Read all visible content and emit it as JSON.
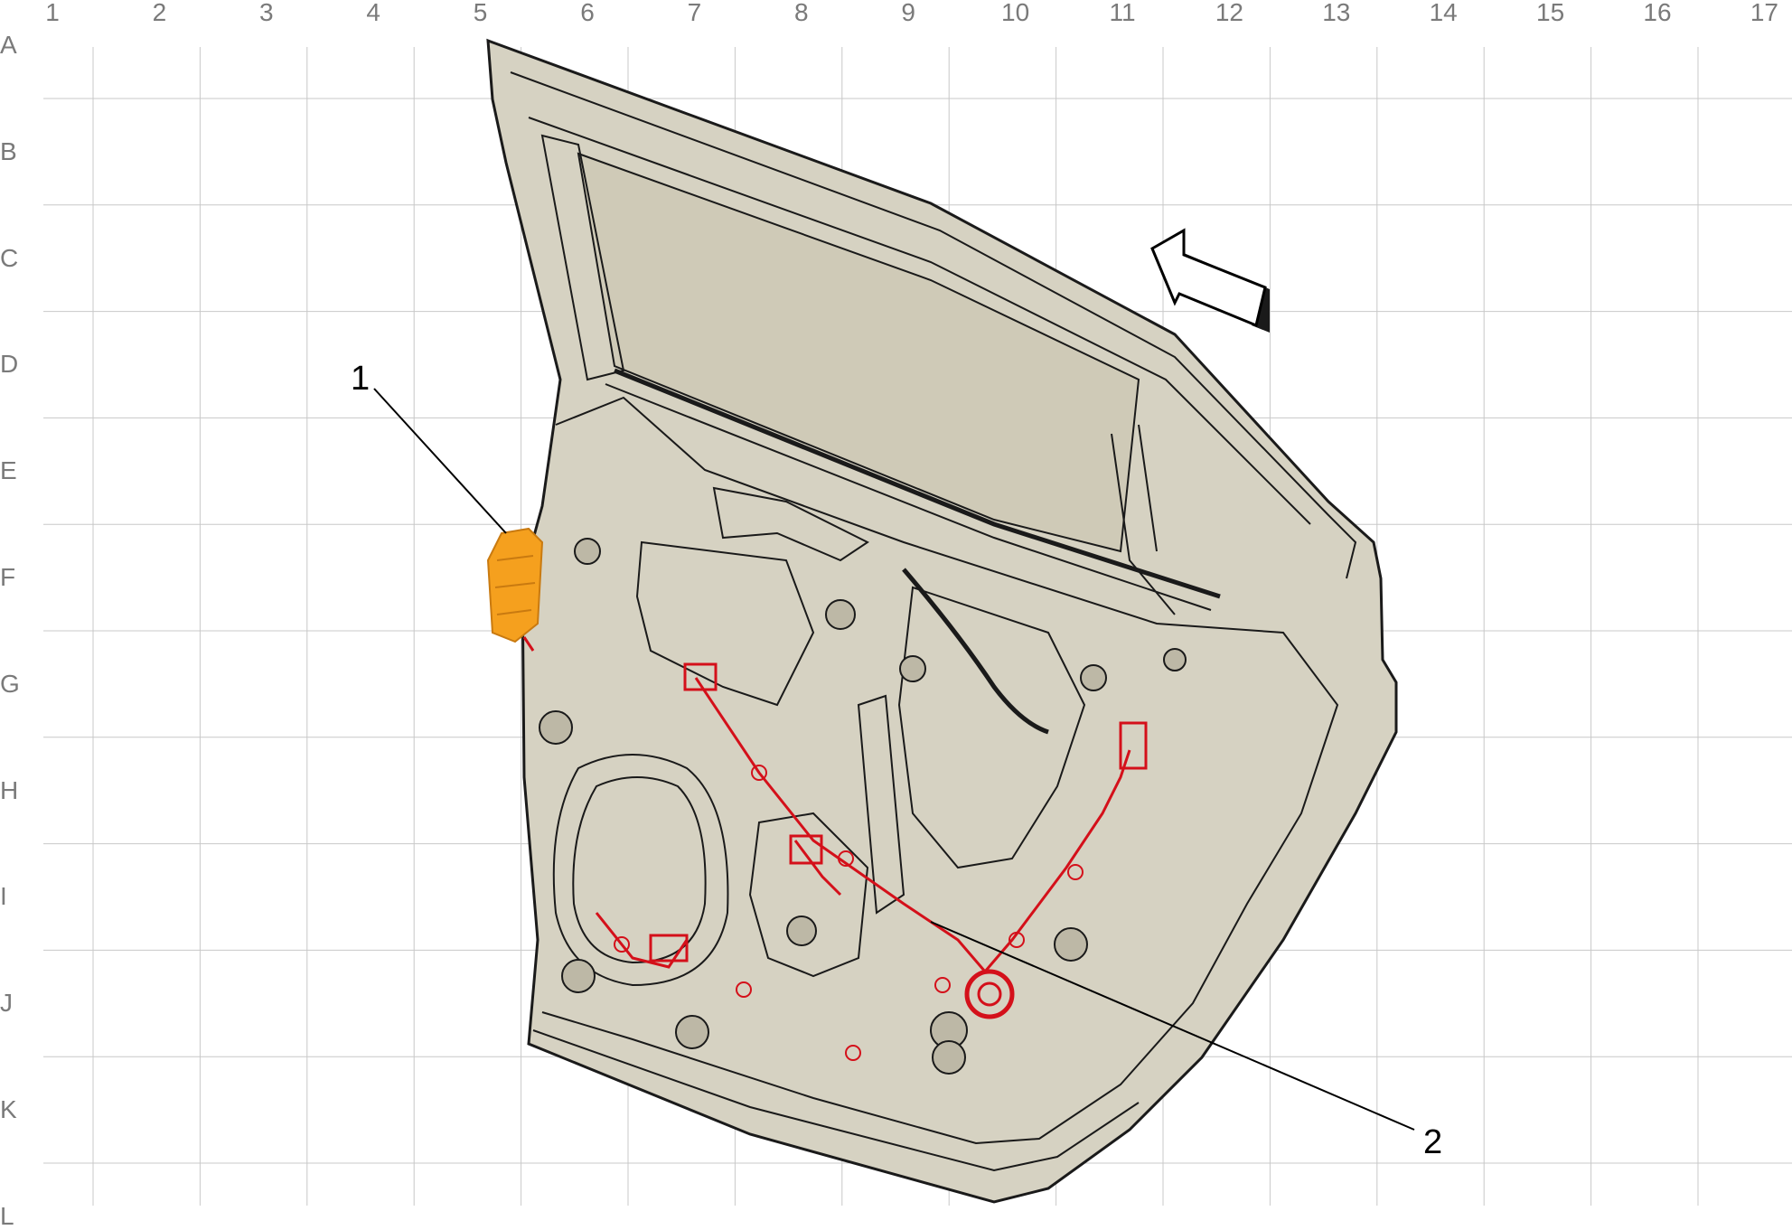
{
  "grid": {
    "columns": [
      "1",
      "2",
      "3",
      "4",
      "5",
      "6",
      "7",
      "8",
      "9",
      "10",
      "11",
      "12",
      "13",
      "14",
      "15",
      "16",
      "17"
    ],
    "rows": [
      "A",
      "B",
      "C",
      "D",
      "E",
      "F",
      "G",
      "H",
      "I",
      "J",
      "K",
      "L"
    ],
    "line_color": "#c8c8c8",
    "label_color": "#7a7a7a"
  },
  "callouts": [
    {
      "id": "1",
      "label": "1"
    },
    {
      "id": "2",
      "label": "2"
    }
  ],
  "colors": {
    "door_fill": "#d6d2c2",
    "outline": "#1a1a1a",
    "harness": "#d4101a",
    "module": "#f5a01e",
    "arrow_fill": "#ffffff"
  },
  "icons": {
    "direction_arrow": "forward-arrow-icon"
  }
}
